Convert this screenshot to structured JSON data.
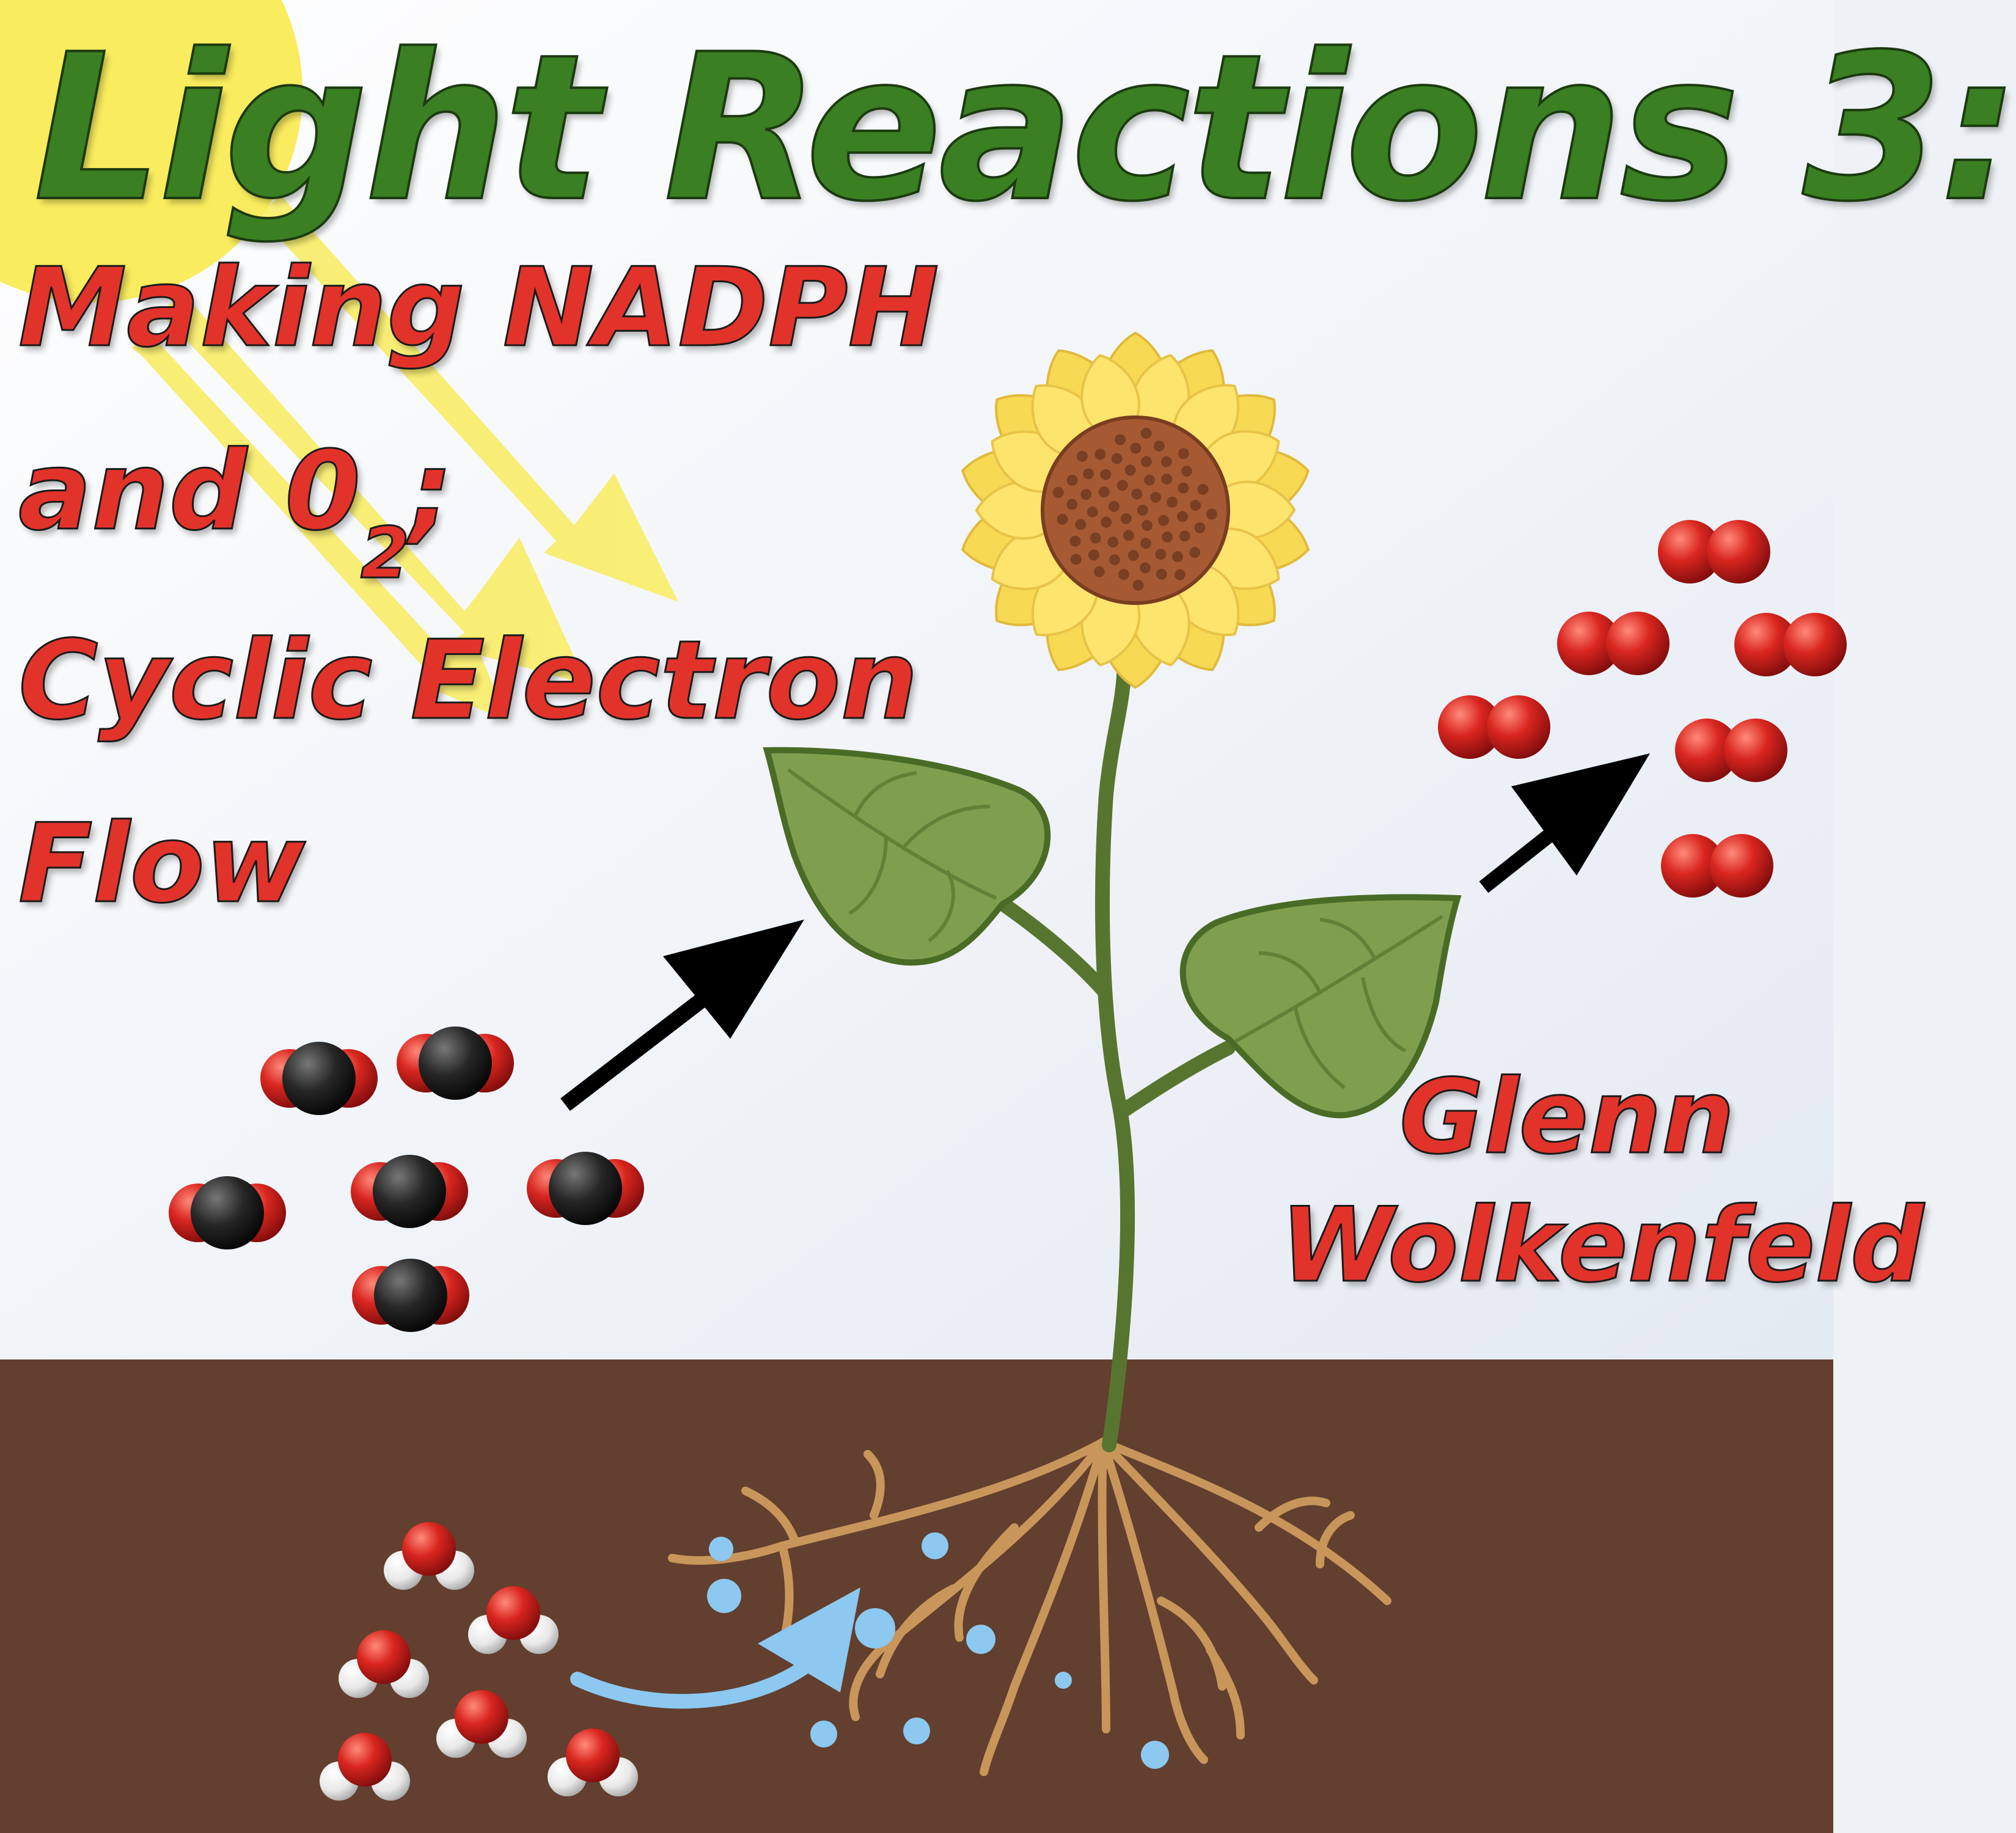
{
  "title": "Light Reactions 3:",
  "subtitle": {
    "line1": "Making NADPH",
    "line2_prefix": "and 0",
    "line2_subscript": "2",
    "line2_suffix": ";",
    "line3": "Cyclic Electron",
    "line4": "Flow"
  },
  "author": {
    "first_name": "Glenn",
    "last_name": "Wolkenfeld"
  },
  "colors": {
    "title": "#3a7f22",
    "subtitle": "#e2332a",
    "sky": "#eef2f6",
    "soil": "#623f2e",
    "sun": "#f9ec5e",
    "leaf": "#7f9e4e",
    "stem": "#58752f",
    "petal": "#fce46d",
    "flower_center": "#a65a34",
    "root": "#c8965a",
    "oxygen": "#d11f1f",
    "carbon": "#222222",
    "hydrogen": "#f2f2f2",
    "water_drop": "#8cc8f0"
  },
  "icons": [
    "sun-icon",
    "sunflower-icon",
    "co2-molecule-icon",
    "o2-molecule-icon",
    "h2o-molecule-icon",
    "arrow-icon"
  ]
}
